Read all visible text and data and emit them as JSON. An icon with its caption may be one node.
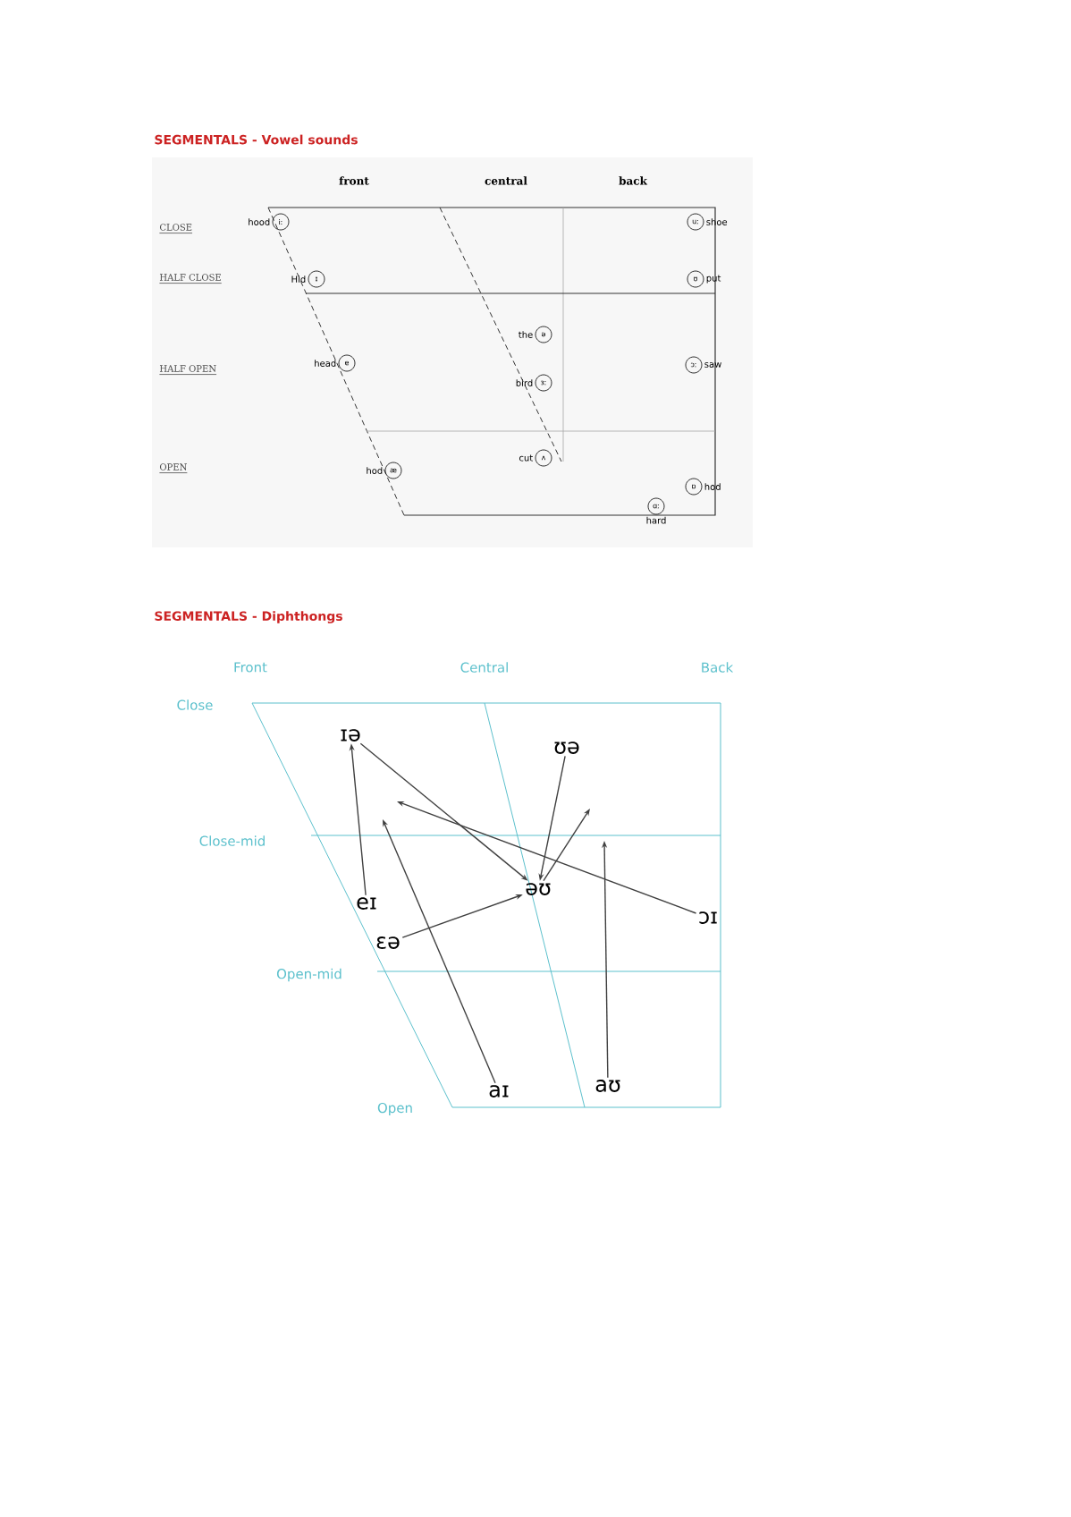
{
  "diagram": {
    "nodes": [
      {
        "text": [
          "iː"
        ],
        "beside": [
          "hood"
        ]
      },
      {
        "text": [
          "uː"
        ],
        "beside": [
          "shoe"
        ]
      },
      {
        "text": [
          "ɪ"
        ],
        "beside": [
          "Hid"
        ]
      },
      {
        "text": [
          "ʊ"
        ],
        "beside": [
          "put"
        ]
      },
      {
        "text": [
          "ə"
        ],
        "beside": [
          "the"
        ]
      },
      {
        "text": [
          "e"
        ],
        "beside": [
          "head"
        ]
      },
      {
        "text": [
          "ɔː"
        ],
        "beside": [
          "saw"
        ]
      },
      {
        "text": [
          "ɜː"
        ],
        "beside": [
          "bird"
        ]
      },
      {
        "text": [
          "ʌ"
        ],
        "beside": [
          "cut"
        ]
      },
      {
        "text": [
          "æ"
        ],
        "beside": [
          "hod"
        ]
      },
      {
        "text": [
          "ɒ"
        ],
        "beside": [
          "hod"
        ]
      },
      {
        "text": [
          "ɑː"
        ],
        "beside": [
          "hard"
        ]
      },
      {
        "text": [
          "ɪə"
        ]
      },
      {
        "text": [
          "ʊə"
        ]
      },
      {
        "text": [
          "əʊ"
        ]
      },
      {
        "text": [
          "eɪ"
        ]
      },
      {
        "text": [
          "ɔɪ"
        ]
      },
      {
        "text": [
          "ɛə"
        ]
      },
      {
        "text": [
          "aɪ"
        ]
      },
      {
        "text": [
          "aʊ"
        ]
      }
    ],
    "edges": [
      {
        "from": 12,
        "to": 14,
        "arrow": "to"
      },
      {
        "from": 13,
        "to": 14,
        "arrow": "to"
      },
      {
        "from": 14,
        "to": null,
        "arrow": "to"
      },
      {
        "from": 15,
        "to": 12,
        "arrow": "to"
      },
      {
        "from": 16,
        "to": null,
        "arrow": "to"
      },
      {
        "from": 17,
        "to": 14,
        "arrow": "to"
      },
      {
        "from": 18,
        "to": null,
        "arrow": "to"
      },
      {
        "from": 19,
        "to": null,
        "arrow": "to"
      }
    ],
    "labels": [
      "SEGMENTALS  - Vowel sounds",
      "front",
      "central",
      "back",
      "CLOSE",
      "HALF CLOSE",
      "HALF OPEN",
      "OPEN",
      "SEGMENTALS  - Diphthongs",
      "Front",
      "Central",
      "Back",
      "Close",
      "Close-mid",
      "Open-mid",
      "Open"
    ]
  }
}
